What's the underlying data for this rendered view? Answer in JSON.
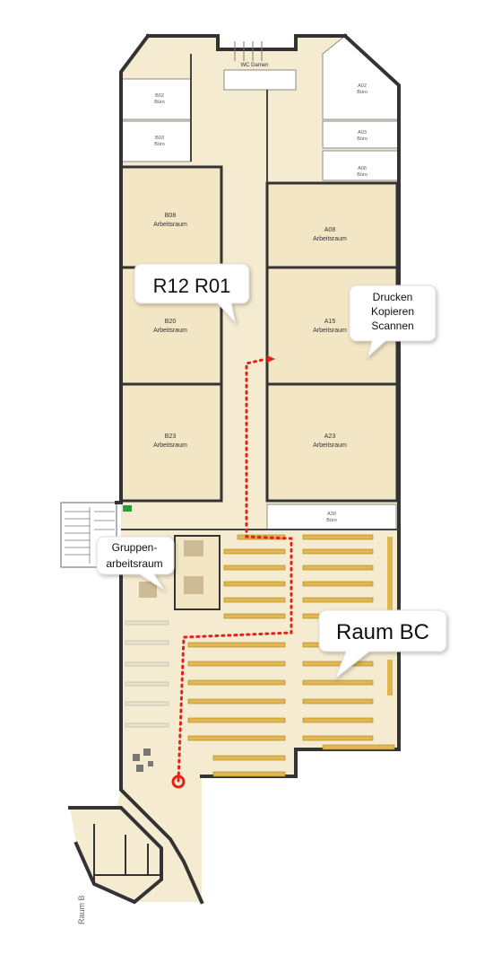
{
  "rooms": {
    "wc": "WC Damen",
    "b02_id": "B02",
    "b02_type": "Büro",
    "b03_id": "B03",
    "b03_type": "Büro",
    "a02_id": "A02",
    "a02_type": "Büro",
    "a03_id": "A03",
    "a03_type": "Büro",
    "a06_id": "A06",
    "a06_type": "Büro",
    "b08_id": "B08",
    "b08_type": "Arbeitsraum",
    "a08_id": "A08",
    "a08_type": "Arbeitsraum",
    "b20_id": "B20",
    "b20_type": "Arbeitsraum",
    "a15_id": "A15",
    "a15_type": "Arbeitsraum",
    "b23_id": "B23",
    "b23_type": "Arbeitsraum",
    "a23_id": "A23",
    "a23_type": "Arbeitsraum",
    "a30_id": "A30",
    "a30_type": "Büro"
  },
  "callouts": {
    "r12": "R12 R01",
    "print_1": "Drucken",
    "print_2": "Kopieren",
    "print_3": "Scannen",
    "group_1": "Gruppen-",
    "group_2": "arbeitsraum",
    "raum_bc": "Raum BC"
  },
  "street": "Raum B",
  "colors": {
    "floor": "#f5ebd0",
    "room": "#f3e6c4",
    "shelf": "#e2b64e",
    "route": "#e2231a",
    "wall": "#333333"
  }
}
